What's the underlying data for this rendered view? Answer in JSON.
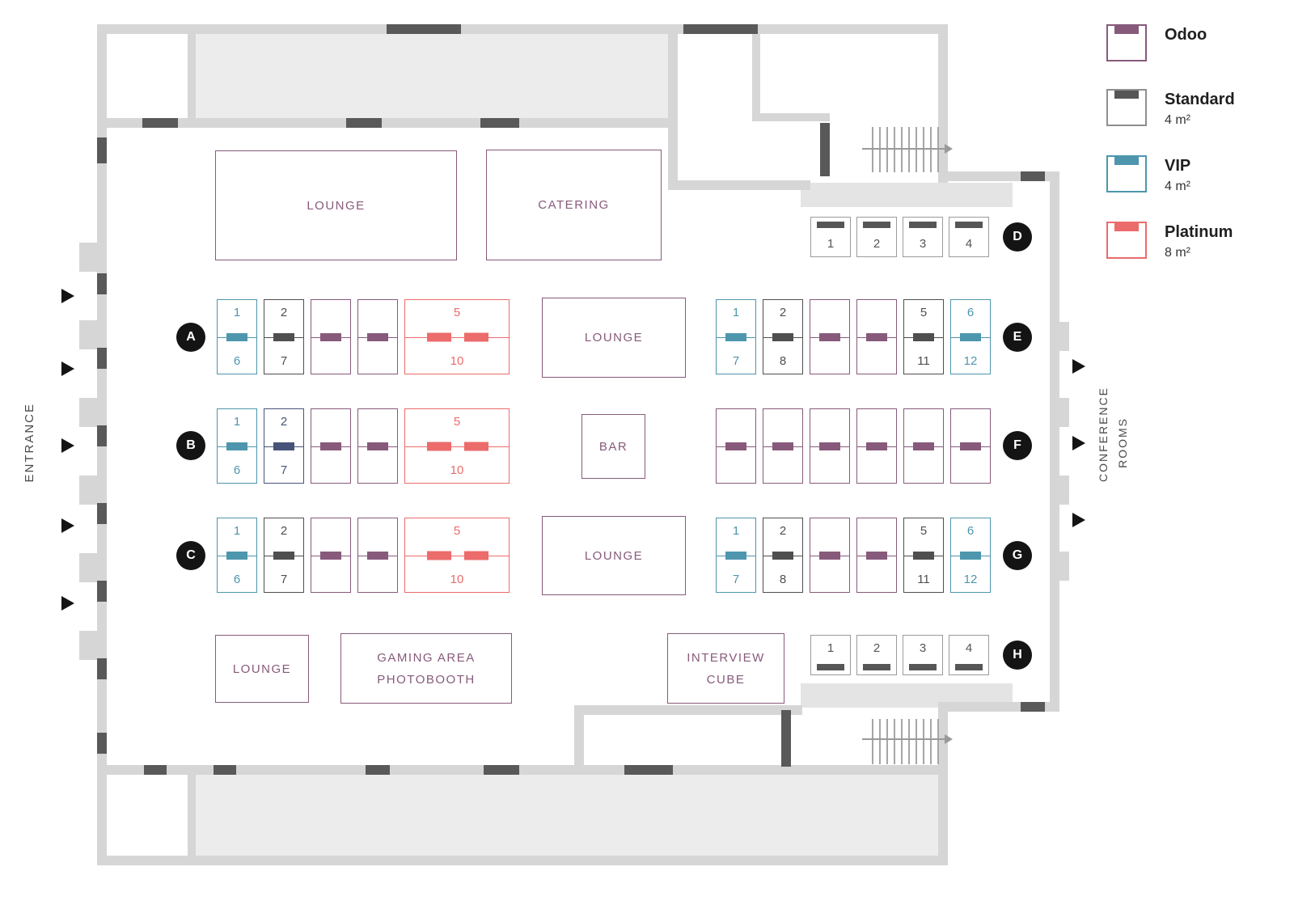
{
  "colors": {
    "odoo": "#875A7B",
    "standard": "#565656",
    "vip": "#4D96AD",
    "platinum": "#EC6B6B",
    "navy": "#47547A",
    "wall": "#D6D6D6",
    "wall_dark": "#595959",
    "row_badge": "#141414"
  },
  "legend": {
    "items": [
      {
        "label": "Odoo",
        "area": "",
        "color": "#875A7B"
      },
      {
        "label": "Standard",
        "area": "4 m²",
        "color": "#565656"
      },
      {
        "label": "VIP",
        "area": "4 m²",
        "color": "#4D96AD"
      },
      {
        "label": "Platinum",
        "area": "8 m²",
        "color": "#EC6B6B"
      }
    ]
  },
  "labels": {
    "entrance": "ENTRANCE",
    "conference_rooms_line1": "CONFERENCE",
    "conference_rooms_line2": "ROOMS"
  },
  "zones": {
    "lounge_top": "LOUNGE",
    "catering": "CATERING",
    "lounge_center_top": "LOUNGE",
    "bar": "BAR",
    "lounge_center_bottom": "LOUNGE",
    "lounge_bottom": "LOUNGE",
    "gaming_line1": "GAMING AREA",
    "gaming_line2": "PHOTOBOOTH",
    "interview_line1": "INTERVIEW",
    "interview_line2": "CUBE"
  },
  "rows": {
    "A": {
      "label": "A",
      "kind": "large",
      "booths": [
        {
          "type": "vip",
          "top": "1",
          "bottom": "6"
        },
        {
          "type": "standard",
          "top": "2",
          "bottom": "7"
        },
        {
          "type": "odoo",
          "top": "",
          "bottom": ""
        },
        {
          "type": "odoo",
          "top": "",
          "bottom": ""
        },
        {
          "type": "platinum",
          "top": "5",
          "bottom": "10"
        }
      ]
    },
    "B": {
      "label": "B",
      "kind": "large",
      "booths": [
        {
          "type": "vip",
          "top": "1",
          "bottom": "6"
        },
        {
          "type": "navy",
          "top": "2",
          "bottom": "7"
        },
        {
          "type": "odoo",
          "top": "",
          "bottom": ""
        },
        {
          "type": "odoo",
          "top": "",
          "bottom": ""
        },
        {
          "type": "platinum",
          "top": "5",
          "bottom": "10"
        }
      ]
    },
    "C": {
      "label": "C",
      "kind": "large",
      "booths": [
        {
          "type": "vip",
          "top": "1",
          "bottom": "6"
        },
        {
          "type": "standard",
          "top": "2",
          "bottom": "7"
        },
        {
          "type": "odoo",
          "top": "",
          "bottom": ""
        },
        {
          "type": "odoo",
          "top": "",
          "bottom": ""
        },
        {
          "type": "platinum",
          "top": "5",
          "bottom": "10"
        }
      ]
    },
    "D": {
      "label": "D",
      "kind": "small",
      "bar": "top",
      "booths": [
        {
          "num": "1"
        },
        {
          "num": "2"
        },
        {
          "num": "3"
        },
        {
          "num": "4"
        }
      ]
    },
    "E": {
      "label": "E",
      "kind": "large",
      "booths": [
        {
          "type": "vip",
          "top": "1",
          "bottom": "7"
        },
        {
          "type": "standard",
          "top": "2",
          "bottom": "8"
        },
        {
          "type": "odoo",
          "top": "",
          "bottom": ""
        },
        {
          "type": "odoo",
          "top": "",
          "bottom": ""
        },
        {
          "type": "standard",
          "top": "5",
          "bottom": "11"
        },
        {
          "type": "vip",
          "top": "6",
          "bottom": "12"
        }
      ]
    },
    "F": {
      "label": "F",
      "kind": "large",
      "booths": [
        {
          "type": "odoo",
          "top": "",
          "bottom": ""
        },
        {
          "type": "odoo",
          "top": "",
          "bottom": ""
        },
        {
          "type": "odoo",
          "top": "",
          "bottom": ""
        },
        {
          "type": "odoo",
          "top": "",
          "bottom": ""
        },
        {
          "type": "odoo",
          "top": "",
          "bottom": ""
        },
        {
          "type": "odoo",
          "top": "",
          "bottom": ""
        }
      ]
    },
    "G": {
      "label": "G",
      "kind": "large",
      "booths": [
        {
          "type": "vip",
          "top": "1",
          "bottom": "7"
        },
        {
          "type": "standard",
          "top": "2",
          "bottom": "8"
        },
        {
          "type": "odoo",
          "top": "",
          "bottom": ""
        },
        {
          "type": "odoo",
          "top": "",
          "bottom": ""
        },
        {
          "type": "standard",
          "top": "5",
          "bottom": "11"
        },
        {
          "type": "vip",
          "top": "6",
          "bottom": "12"
        }
      ]
    },
    "H": {
      "label": "H",
      "kind": "small",
      "bar": "bottom",
      "booths": [
        {
          "num": "1"
        },
        {
          "num": "2"
        },
        {
          "num": "3"
        },
        {
          "num": "4"
        }
      ]
    }
  }
}
